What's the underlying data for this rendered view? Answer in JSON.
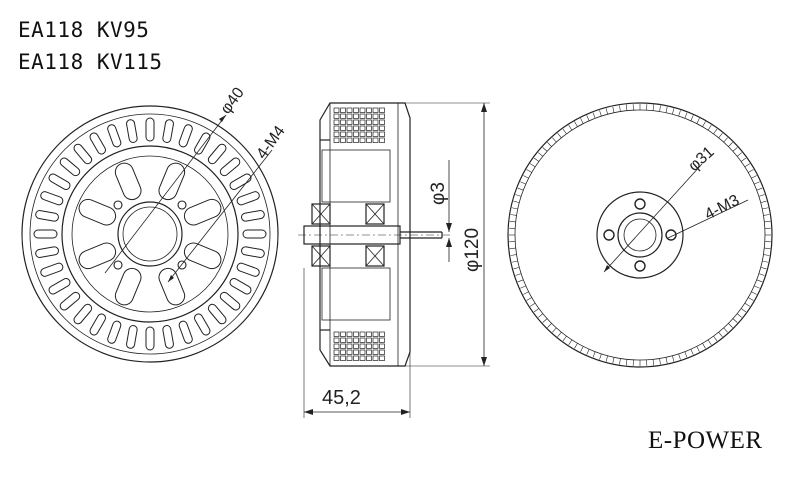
{
  "header": {
    "line1": "EA118  KV95",
    "line2": "EA118  KV115"
  },
  "brand": "E-POWER",
  "front_view": {
    "dim_diameter": "φ40",
    "dim_holes": "4-M4"
  },
  "side_view": {
    "dim_shaft": "φ3",
    "dim_outer": "φ120",
    "dim_length": "45,2"
  },
  "rear_view": {
    "dim_diameter": "φ31",
    "dim_holes": "4-M3"
  },
  "colors": {
    "line": "#222222",
    "background": "#ffffff"
  }
}
